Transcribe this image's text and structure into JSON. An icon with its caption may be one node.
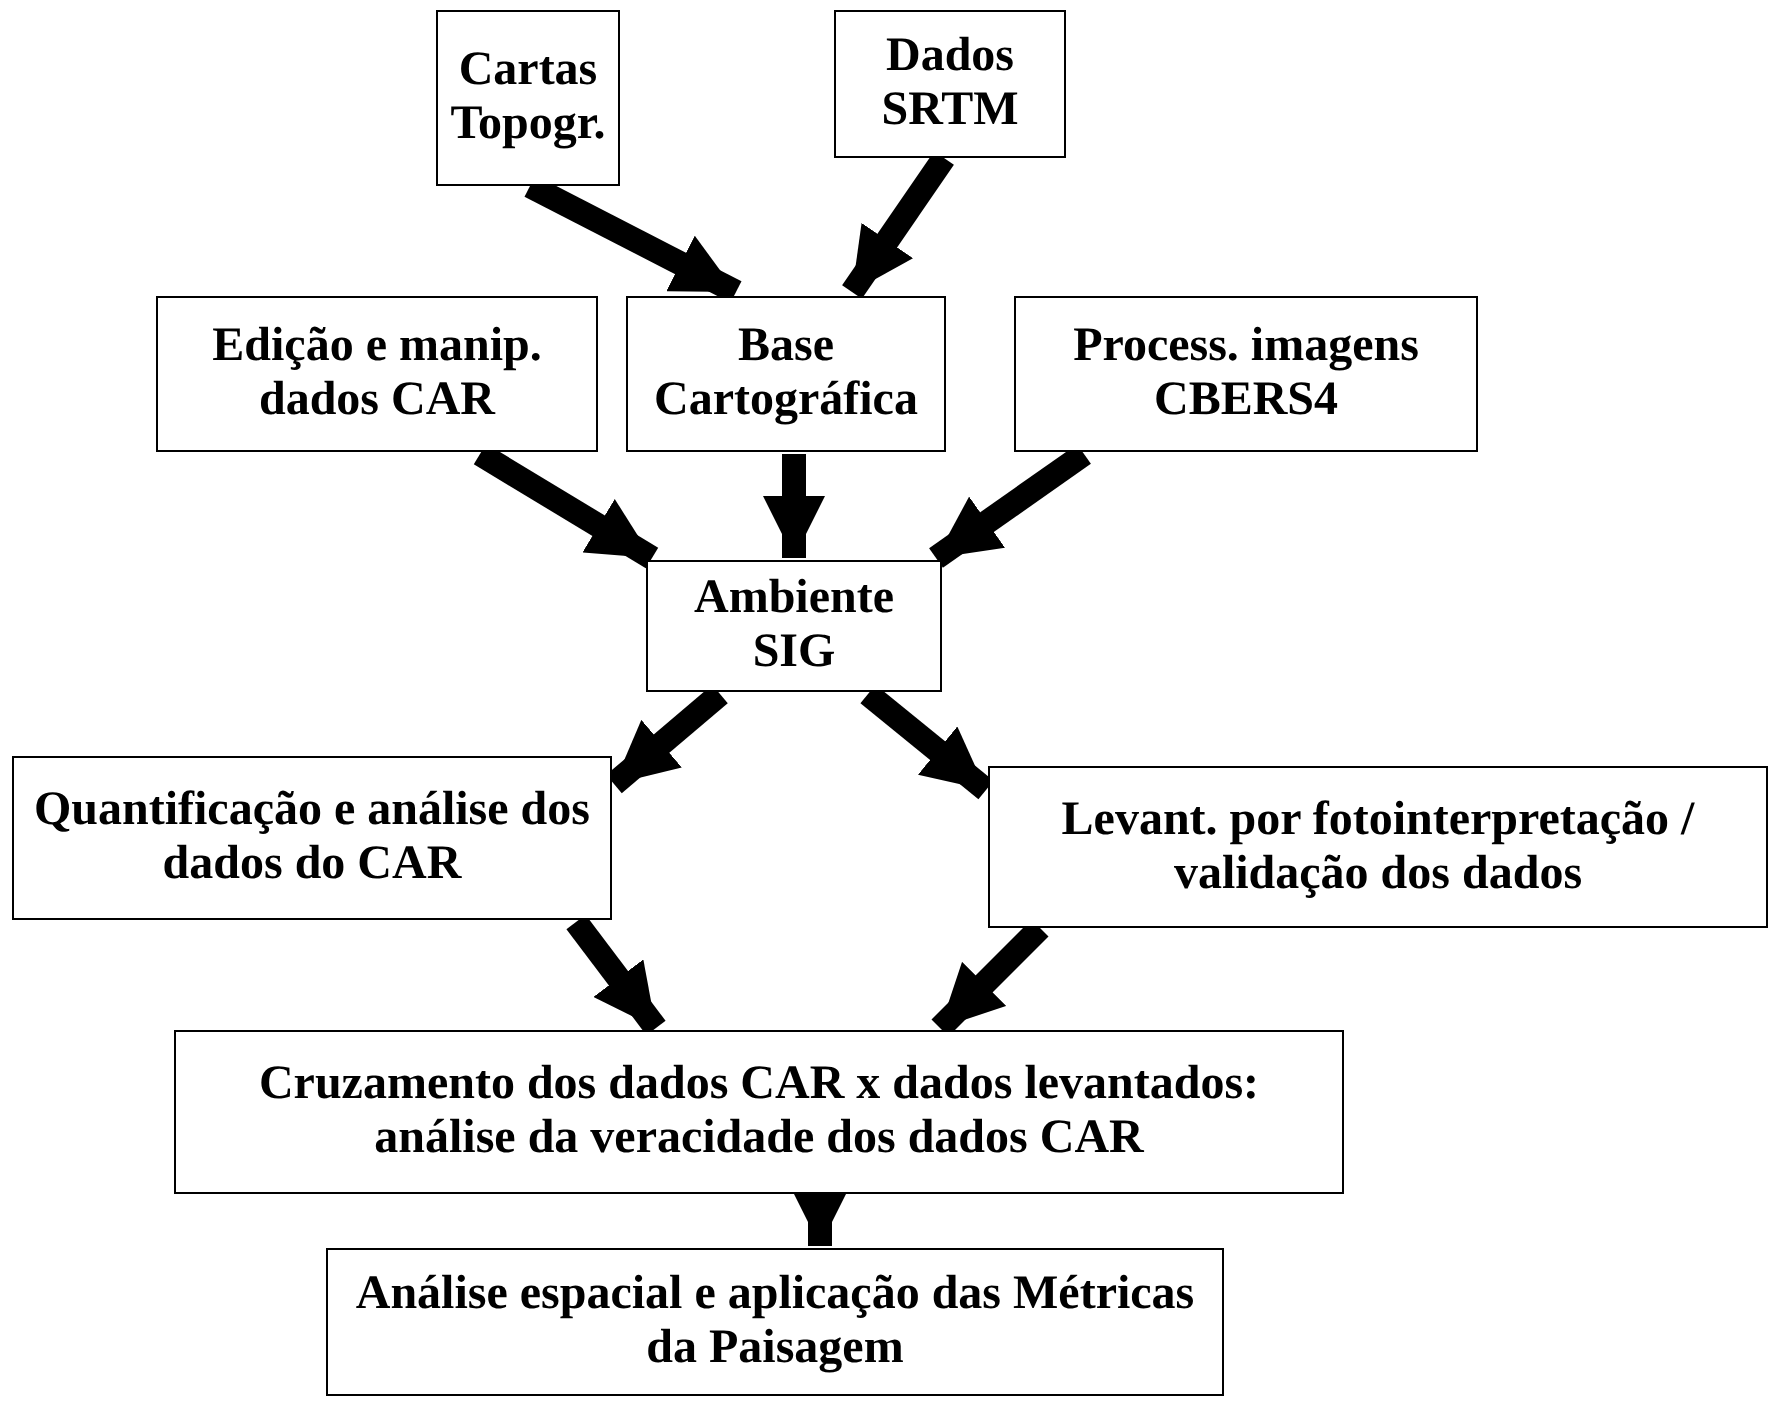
{
  "diagram": {
    "nodes": [
      {
        "text": [
          "Cartas Topogr."
        ]
      },
      {
        "text": [
          "Dados SRTM"
        ]
      },
      {
        "text": [
          "Edição e manip. dados CAR"
        ]
      },
      {
        "text": [
          "Base Cartográfica"
        ]
      },
      {
        "text": [
          "Process. imagens CBERS4"
        ]
      },
      {
        "text": [
          "Ambiente SIG"
        ]
      },
      {
        "text": [
          "Quantificação e análise dos dados do CAR"
        ]
      },
      {
        "text": [
          "Levant. por fotointerpretação / validação dos dados"
        ]
      },
      {
        "text": [
          "Cruzamento dos dados CAR x dados levantados: análise da veracidade dos dados CAR"
        ]
      },
      {
        "text": [
          "Análise espacial e aplicação das Métricas da Paisagem"
        ]
      }
    ],
    "edges": [
      {
        "from": 0,
        "to": 3,
        "arrow": "to"
      },
      {
        "from": 1,
        "to": 3,
        "arrow": "to"
      },
      {
        "from": 2,
        "to": 5,
        "arrow": "to"
      },
      {
        "from": 3,
        "to": 5,
        "arrow": "to"
      },
      {
        "from": 4,
        "to": 5,
        "arrow": "to"
      },
      {
        "from": 5,
        "to": 6,
        "arrow": "to"
      },
      {
        "from": 5,
        "to": 7,
        "arrow": "to"
      },
      {
        "from": 6,
        "to": 8,
        "arrow": "to"
      },
      {
        "from": 7,
        "to": 8,
        "arrow": "to"
      },
      {
        "from": 8,
        "to": 9,
        "arrow": "to"
      }
    ]
  }
}
